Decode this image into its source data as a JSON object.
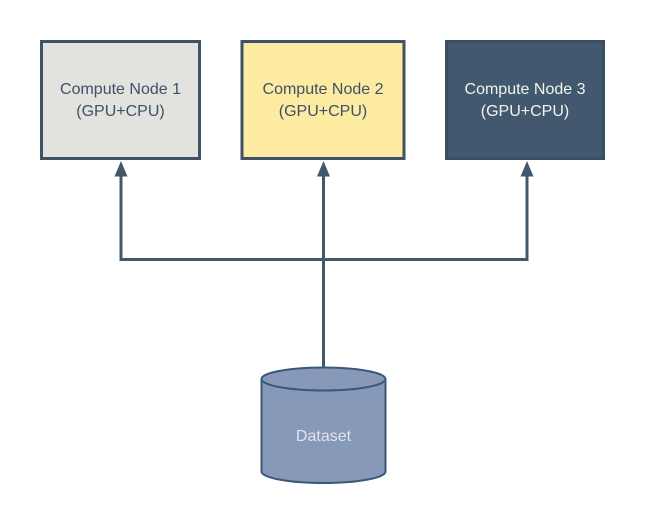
{
  "diagram": {
    "background_color": "#ffffff",
    "connector_color": "#44586c",
    "nodes": [
      {
        "title": "Compute Node 1",
        "subtitle": "(GPU+CPU)",
        "fill": "#e2e2de",
        "border": "#3f5266",
        "text_color": "#3d5166"
      },
      {
        "title": "Compute Node 2",
        "subtitle": "(GPU+CPU)",
        "fill": "#fdeba2",
        "border": "#3f5266",
        "text_color": "#3d5166"
      },
      {
        "title": "Compute Node 3",
        "subtitle": "(GPU+CPU)",
        "fill": "#41586e",
        "border": "#3a4f63",
        "text_color": "#f2f4f1"
      }
    ],
    "dataset": {
      "label": "Dataset",
      "fill": "#8799b8",
      "border": "#3b5878",
      "text_color": "#dfe4ea"
    }
  }
}
